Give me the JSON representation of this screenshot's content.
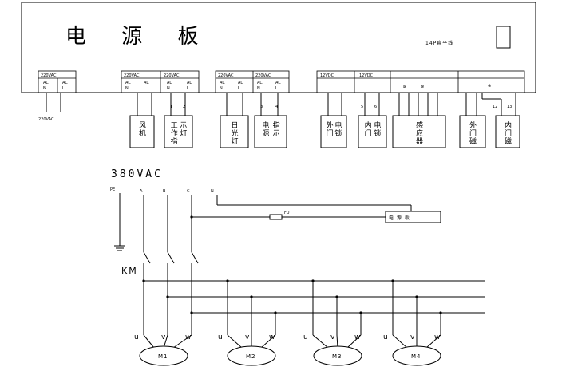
{
  "board": {
    "title": "电 源 板",
    "flat_cable": "14P扁平线",
    "groups": [
      {
        "label": "220VAC",
        "pins": [
          "AC N",
          "AC L"
        ]
      },
      {
        "label": "220VAC",
        "pins": [
          "AC N",
          "AC L"
        ]
      },
      {
        "label": "220VAC",
        "pins": [
          "AC N",
          "AC L"
        ]
      },
      {
        "label": "220VAC",
        "pins": [
          "AC N",
          "AC L"
        ]
      },
      {
        "label": "220VAC",
        "pins": [
          "AC N",
          "AC L"
        ]
      },
      {
        "label": "12VDC",
        "pins": []
      },
      {
        "label": "12VDC",
        "pins": []
      }
    ],
    "input_label": "220VAC",
    "pin_numbers": [
      "1",
      "2",
      "3",
      "4",
      "5",
      "6",
      "12",
      "13"
    ]
  },
  "devices": [
    {
      "name": "风机"
    },
    {
      "name": "工作指示灯"
    },
    {
      "name": "日光灯"
    },
    {
      "name": "电源指示"
    },
    {
      "name": "外门电锁"
    },
    {
      "name": "内门电锁"
    },
    {
      "name": "感应器"
    },
    {
      "name": "外门磁"
    },
    {
      "name": "内门磁"
    }
  ],
  "power": {
    "supply": "380VAC",
    "phases": [
      "PE",
      "A",
      "B",
      "C",
      "N"
    ],
    "fuse": "FU",
    "board_ref": "电 源 板",
    "contactor": "KM",
    "terminals": [
      "u",
      "v",
      "w"
    ],
    "motors": [
      "M1",
      "M2",
      "M3",
      "M4"
    ]
  }
}
